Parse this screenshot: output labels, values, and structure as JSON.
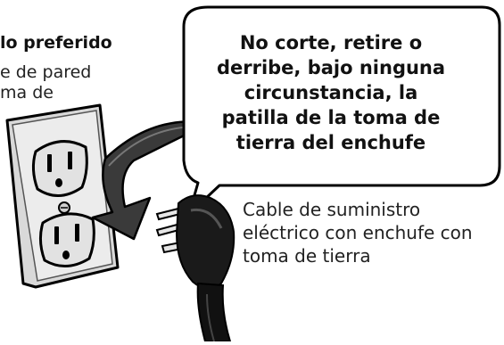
{
  "caption": {
    "title": "lo preferido",
    "line1": "e de pared",
    "line2": "ma de"
  },
  "callout": {
    "lines": [
      "No corte, retire o",
      "derribe, bajo ninguna",
      "circunstancia, la",
      "patilla de la toma de",
      "tierra del enchufe"
    ]
  },
  "cable_label": {
    "lines": [
      "Cable de suministro",
      "eléctrico con enchufe con",
      "toma de tierra"
    ]
  }
}
